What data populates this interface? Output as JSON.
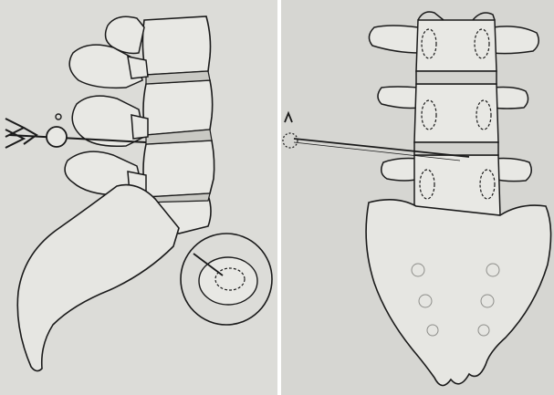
{
  "figure": {
    "panels": [
      {
        "view": "lateral",
        "background": "#dcdcd8",
        "labels": [],
        "components": [
          "vertebral-bodies",
          "spinous-processes",
          "sacrum",
          "needle",
          "needle-hub",
          "disc-cross-section-inset"
        ]
      },
      {
        "view": "posterior",
        "background": "#d6d6d2",
        "labels": [],
        "components": [
          "vertebral-bodies",
          "transverse-processes",
          "pedicle-outlines",
          "sacrum",
          "sacral-foramina",
          "needle"
        ]
      }
    ],
    "colors": {
      "ink": "#1a1a1a",
      "bone": "#e8e8e4",
      "bone_shadow": "#9a9a96"
    }
  }
}
